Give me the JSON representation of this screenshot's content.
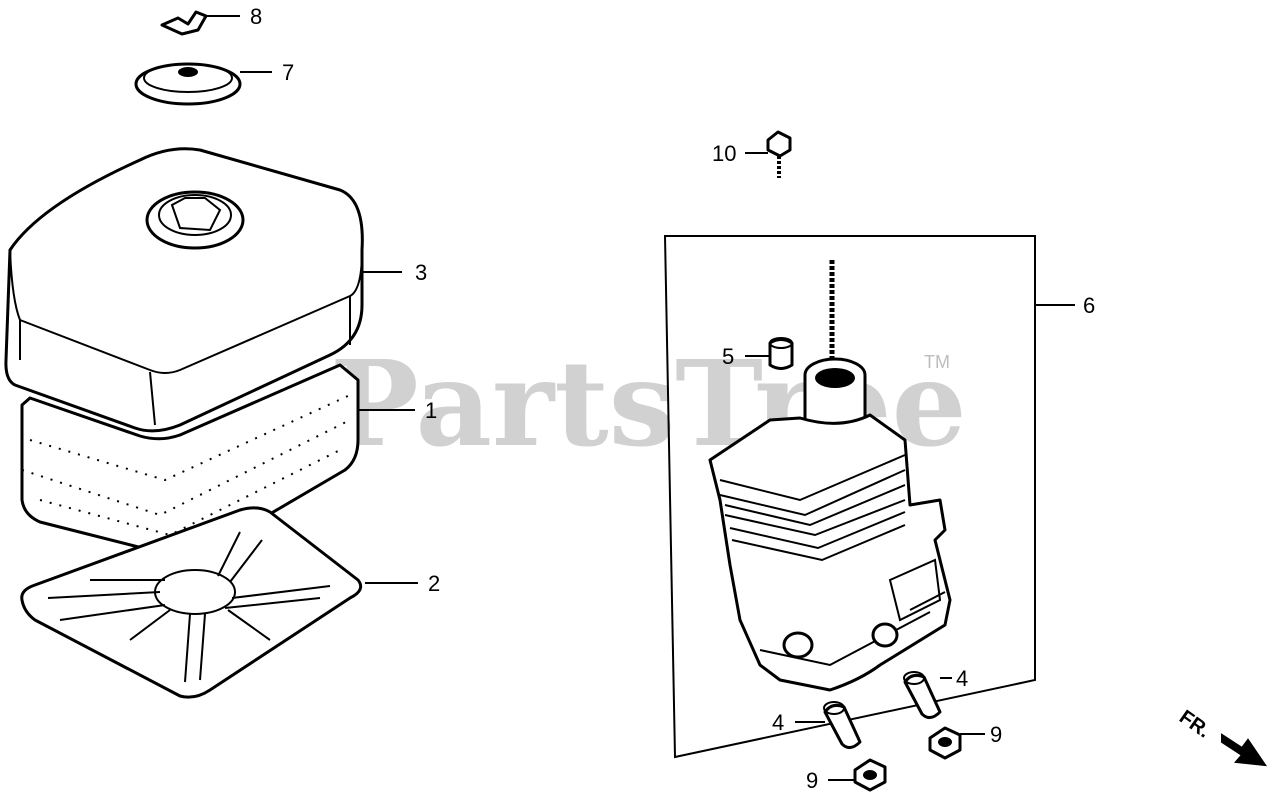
{
  "watermark": {
    "text": "PartsTree",
    "trademark": "TM"
  },
  "callouts": {
    "c1": "1",
    "c2": "2",
    "c3": "3",
    "c4a": "4",
    "c4b": "4",
    "c5": "5",
    "c6": "6",
    "c7": "7",
    "c8": "8",
    "c9a": "9",
    "c9b": "9",
    "c10": "10"
  },
  "direction": {
    "label": "FR."
  },
  "icons": {
    "direction_arrow": "arrow-down-right-icon"
  }
}
